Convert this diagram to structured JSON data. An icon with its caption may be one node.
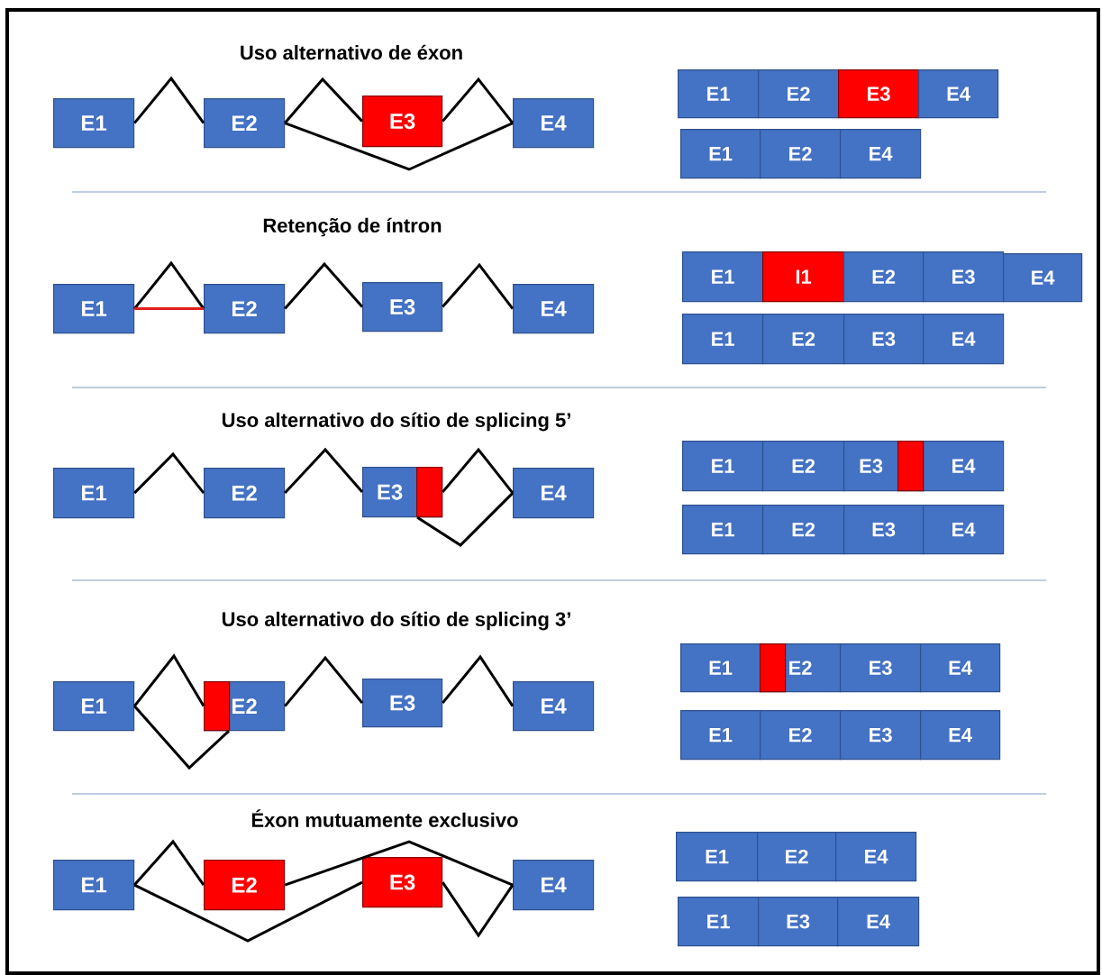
{
  "diagram": {
    "nodes": [
      {
        "text": [
          "E1"
        ]
      },
      {
        "text": [
          "E2"
        ]
      },
      {
        "text": [
          "E3"
        ]
      },
      {
        "text": [
          "E4"
        ]
      },
      {
        "text": [
          "E1"
        ]
      },
      {
        "text": [
          "E2"
        ]
      },
      {
        "text": [
          "E3"
        ]
      },
      {
        "text": [
          "E4"
        ]
      },
      {
        "text": [
          "E1"
        ]
      },
      {
        "text": [
          "E2"
        ]
      },
      {
        "text": [
          "E4"
        ]
      },
      {
        "text": [
          "E1"
        ]
      },
      {
        "text": [
          "E2"
        ]
      },
      {
        "text": [
          "E3"
        ]
      },
      {
        "text": [
          "E4"
        ]
      },
      {
        "text": [
          "E1"
        ]
      },
      {
        "text": [
          "I1"
        ]
      },
      {
        "text": [
          "E2"
        ]
      },
      {
        "text": [
          "E3"
        ]
      },
      {
        "text": [
          "E4"
        ]
      },
      {
        "text": [
          "E1"
        ]
      },
      {
        "text": [
          "E2"
        ]
      },
      {
        "text": [
          "E3"
        ]
      },
      {
        "text": [
          "E4"
        ]
      },
      {
        "text": [
          "E1"
        ]
      },
      {
        "text": [
          "E2"
        ]
      },
      {
        "text": [
          "E3"
        ]
      },
      {
        "text": [],
        "shape": "box",
        "in": 26
      },
      {
        "text": [
          "E4"
        ]
      },
      {
        "text": [
          "E1"
        ]
      },
      {
        "text": [
          "E2"
        ]
      },
      {
        "text": [
          "E3"
        ]
      },
      {
        "text": [],
        "shape": "box",
        "in": 31
      },
      {
        "text": [
          "E4"
        ]
      },
      {
        "text": [
          "E1"
        ]
      },
      {
        "text": [
          "E2"
        ]
      },
      {
        "text": [
          "E3"
        ]
      },
      {
        "text": [
          "E4"
        ]
      },
      {
        "text": [
          "E1"
        ]
      },
      {
        "text": [
          "E2"
        ]
      },
      {
        "text": [],
        "shape": "box",
        "in": 39
      },
      {
        "text": [
          "E3"
        ]
      },
      {
        "text": [
          "E4"
        ]
      },
      {
        "text": [
          "E1"
        ]
      },
      {
        "text": [
          "E2"
        ]
      },
      {
        "text": [],
        "shape": "box",
        "in": 44
      },
      {
        "text": [
          "E3"
        ]
      },
      {
        "text": [
          "E4"
        ]
      },
      {
        "text": [
          "E1"
        ]
      },
      {
        "text": [
          "E2"
        ]
      },
      {
        "text": [
          "E3"
        ]
      },
      {
        "text": [
          "E4"
        ]
      },
      {
        "text": [
          "E1"
        ]
      },
      {
        "text": [
          "E2"
        ]
      },
      {
        "text": [
          "E3"
        ]
      },
      {
        "text": [
          "E4"
        ]
      },
      {
        "text": [
          "E1"
        ]
      },
      {
        "text": [
          "E2"
        ]
      },
      {
        "text": [
          "E4"
        ]
      },
      {
        "text": [
          "E1"
        ]
      },
      {
        "text": [
          "E3"
        ]
      },
      {
        "text": [
          "E4"
        ]
      }
    ],
    "edges": [
      {
        "from": 0,
        "to": 1,
        "arrow": "none"
      },
      {
        "from": 1,
        "to": 2,
        "arrow": "none"
      },
      {
        "from": 2,
        "to": 3,
        "arrow": "none"
      },
      {
        "from": 1,
        "to": 3,
        "arrow": "none"
      },
      {
        "from": 11,
        "to": 12,
        "arrow": "none"
      },
      {
        "from": 11,
        "to": 12,
        "arrow": "none",
        "color": "#e0201e"
      },
      {
        "from": 12,
        "to": 13,
        "arrow": "none"
      },
      {
        "from": 13,
        "to": 14,
        "arrow": "none"
      },
      {
        "from": 24,
        "to": 25,
        "arrow": "none"
      },
      {
        "from": 25,
        "to": 26,
        "arrow": "none"
      },
      {
        "from": 27,
        "to": 28,
        "arrow": "none"
      },
      {
        "from": 26,
        "to": 28,
        "arrow": "none"
      },
      {
        "from": 38,
        "to": 40,
        "arrow": "none"
      },
      {
        "from": 38,
        "to": 39,
        "arrow": "none"
      },
      {
        "from": 39,
        "to": 41,
        "arrow": "none"
      },
      {
        "from": 41,
        "to": 42,
        "arrow": "none"
      },
      {
        "from": 52,
        "to": 53,
        "arrow": "none"
      },
      {
        "from": 52,
        "to": 54,
        "arrow": "none"
      },
      {
        "from": 53,
        "to": 55,
        "arrow": "none"
      },
      {
        "from": 54,
        "to": 55,
        "arrow": "none"
      }
    ],
    "labels": [
      "Uso alternativo de éxon",
      "Retenção de íntron",
      "Uso alternativo do sítio de splicing 5’",
      "Uso alternativo do sítio de splicing 3’",
      "Éxon mutuamente exclusivo"
    ]
  }
}
